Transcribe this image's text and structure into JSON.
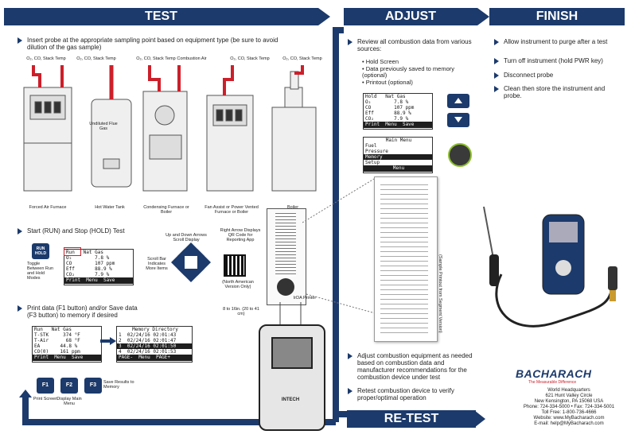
{
  "headers": {
    "test": "TEST",
    "adjust": "ADJUST",
    "finish": "FINISH",
    "retest": "RE-TEST"
  },
  "test": {
    "step1": "Insert probe at the appropriate sampling point based on equipment type (be sure to avoid",
    "step1b": "dilution of the gas sample)",
    "step2": "Start (RUN) and Stop (HOLD) Test",
    "step3": "Print data (F1 button) and/or Save data",
    "step3b": "(F3 button) to memory if desired",
    "appliances": [
      {
        "top": "O₂, CO, Stack Temp",
        "caption": "Forced Air Furnace"
      },
      {
        "top": "O₂, CO, Stack Temp",
        "caption": "Hot Water Tank",
        "note": "Undiluted Flue Gas"
      },
      {
        "top": "O₂, CO, Stack Temp",
        "caption": "Condensing Furnace or Boiler"
      },
      {
        "top": "Combustion Air",
        "caption": "Fan Assist or Power Vented Furnace or Boiler"
      },
      {
        "top": "O₂, CO, Stack Temp",
        "caption": "Boiler"
      },
      {
        "top": "O₂, CO, Stack Temp",
        "caption": ""
      }
    ],
    "runhold": {
      "key": "RUN HOLD",
      "toggle": "Toggle Between Run and Hold Modes",
      "scroll": "Scroll Bar Indicates More Items",
      "updown": "Up and Down Arrows Scroll Display",
      "right": "Right Arrow Displays QR Code for Reporting App",
      "na": "(North American Version Only)"
    },
    "lcd1": {
      "header": "Run   Nat Gas",
      "rows": [
        "O₂        7.8 %",
        "CO        107 ppm",
        "Eff       88.9 %",
        "CO₂       7.9 %"
      ],
      "bar": "Print  Menu  Save"
    },
    "lcd2": {
      "header": "Run   Nat Gas",
      "rows": [
        "T-STK     374 °F",
        "T-Air      68 °F",
        "EA       44.8 %",
        "CO(0)    161 ppm"
      ],
      "bar": "Print  Menu  Save"
    },
    "memory": {
      "title": "Memory Directory",
      "rows": [
        "1  02/24/16 02:01:43",
        "2  02/24/16 02:01:47",
        "3  02/24/16 02:01:50",
        "4  02/24/16 02:01:53"
      ],
      "bar": "PAGE-  Menu  PAGE+"
    },
    "fkeys": [
      {
        "key": "F1",
        "label": "Print Screen"
      },
      {
        "key": "F2",
        "label": "Display Main Menu"
      },
      {
        "key": "F3",
        "label": "Save Results to Memory"
      }
    ],
    "distance": "8 to 16in. (20 to 41 cm)",
    "printer": "IrDA Printer",
    "intech": "INTECH"
  },
  "adjust": {
    "step1": "Review all combustion data from various sources:",
    "items": [
      "Hold Screen",
      "Data previously saved to memory (optional)",
      "Printout (optional)"
    ],
    "lcd": {
      "header": "Hold   Nat Gas",
      "rows": [
        "O₂        7.8 %",
        "CO        107 ppm",
        "Eff       88.9 %",
        "CO₂       7.9 %"
      ],
      "bar": "Print  Menu  Save"
    },
    "menu": {
      "title": "Main Menu",
      "items": [
        "Fuel",
        "Pressure",
        "Memory",
        "Setup"
      ],
      "bar": "Menu"
    },
    "printout_label": "(Sample Printout from Segment Version)",
    "step2": "Adjust combustion equipment as needed based on combustion data and manufacturer recommendations for the combustion device under test",
    "step3": "Retest combustion device to verify proper/optimal operation"
  },
  "finish": {
    "steps": [
      "Allow instrument to purge after a test",
      "Turn off instrument (hold PWR key)",
      "Disconnect probe",
      "Clean then store the instrument and probe."
    ],
    "brand": "BACHARACH",
    "tagline": "The Measurable Difference",
    "address": [
      "World Headquarters",
      "621 Hunt Valley Circle",
      "New Kensington, PA 15068 USA",
      "Phone: 724-334-5000 • Fax: 724-334-5001",
      "Toll Free: 1-800-736-4666",
      "Website: www.MyBacharach.com",
      "E-mail: help@MyBacharach.com"
    ]
  },
  "colors": {
    "navy": "#1c3a6b",
    "red": "#cc1f2a"
  }
}
